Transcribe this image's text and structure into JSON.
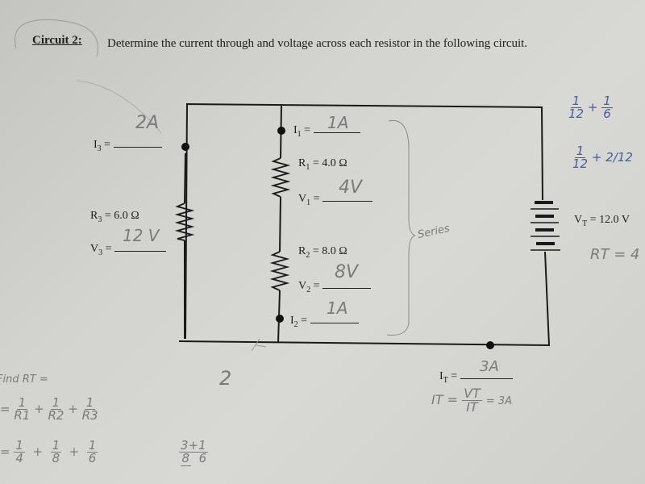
{
  "header": {
    "title": "Circuit 2:",
    "instruction": "Determine the current through and voltage across each resistor in the following circuit."
  },
  "circuit": {
    "i3": {
      "sym": "I",
      "sub": "3",
      "eq": " =",
      "answer": "2A"
    },
    "r3": {
      "sym": "R",
      "sub": "3",
      "value": " = 6.0 Ω"
    },
    "v3": {
      "sym": "V",
      "sub": "3",
      "eq": " =",
      "answer": "12 V"
    },
    "i1": {
      "sym": "I",
      "sub": "1",
      "eq": " =",
      "answer": "1A"
    },
    "r1": {
      "sym": "R",
      "sub": "1",
      "value": " = 4.0 Ω"
    },
    "v1": {
      "sym": "V",
      "sub": "1",
      "eq": " =",
      "answer": "4V"
    },
    "r2": {
      "sym": "R",
      "sub": "2",
      "value": " = 8.0 Ω"
    },
    "v2": {
      "sym": "V",
      "sub": "2",
      "eq": " =",
      "answer": "8V"
    },
    "i2": {
      "sym": "I",
      "sub": "2",
      "eq": " =",
      "answer": "1A"
    },
    "vt": {
      "sym": "V",
      "sub": "T",
      "value": " = 12.0 V"
    },
    "it": {
      "sym": "I",
      "sub": "T",
      "eq": " =",
      "answer": "3A"
    }
  },
  "notes": {
    "series": "Series",
    "it_formula": {
      "lhs": "IT =",
      "num": "VT",
      "den": "IT",
      "result": "= 3A"
    },
    "right_1": {
      "a_num": "1",
      "a_den": "12",
      "plus": "+",
      "b_num": "1",
      "b_den": "6"
    },
    "right_2": {
      "a_num": "1",
      "a_den": "12",
      "plus": "+",
      "b": "2/12"
    },
    "rt": "RT = 4",
    "find_rt": "Find RT =",
    "eq1": {
      "lhs": "=",
      "t1": "R1",
      "t2": "R2",
      "t3": "R3",
      "one": "1",
      "plus": "+"
    },
    "eq2": {
      "lhs": "=",
      "d1": "4",
      "d2": "8",
      "d3": "6",
      "one": "1",
      "plus": "+"
    },
    "eq3": {
      "num": "3+1",
      "den1": "8",
      "den2": "6"
    },
    "mark": "2"
  }
}
